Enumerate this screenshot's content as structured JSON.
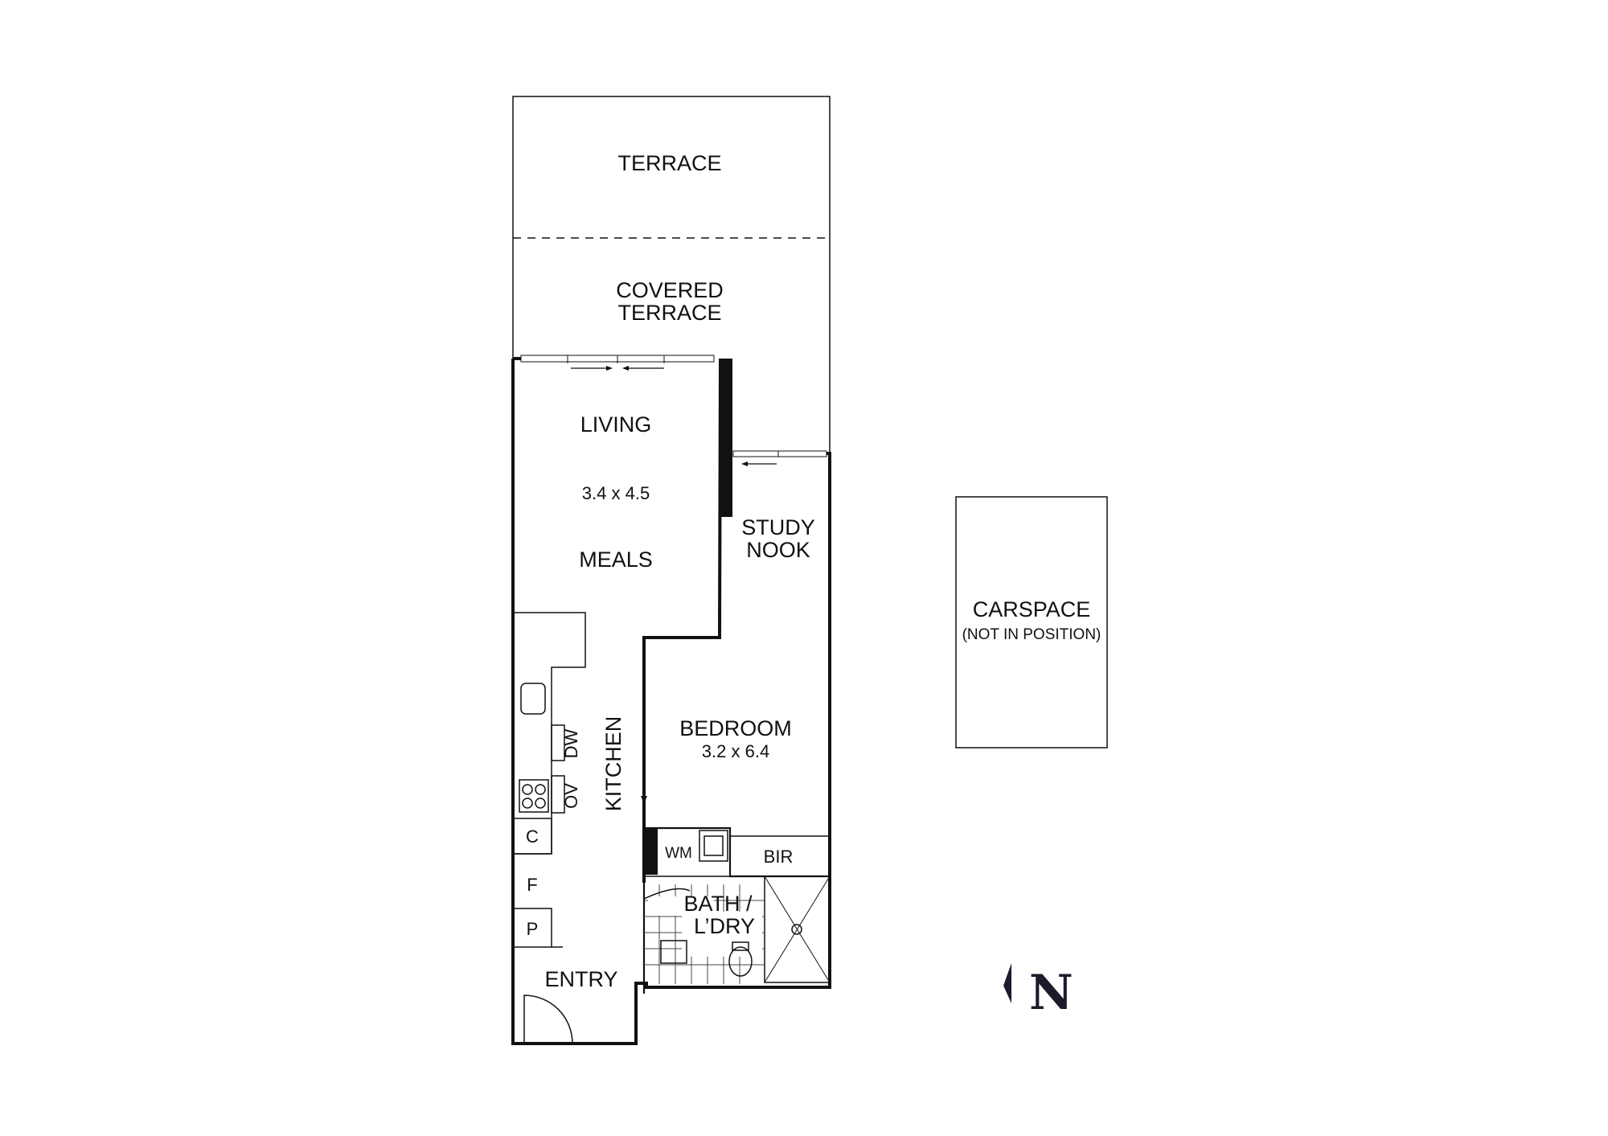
{
  "rooms": {
    "terrace": "TERRACE",
    "covered_terrace_line1": "COVERED",
    "covered_terrace_line2": "TERRACE",
    "living": "LIVING",
    "living_dims": "3.4 x 4.5",
    "meals": "MEALS",
    "study_line1": "STUDY",
    "study_line2": "NOOK",
    "kitchen": "KITCHEN",
    "bedroom": "BEDROOM",
    "bedroom_dims": "3.2 x 6.4",
    "bath_line1": "BATH /",
    "bath_line2": "L’DRY",
    "bir": "BIR",
    "entry": "ENTRY",
    "carspace": "CARSPACE",
    "carspace_note": "(NOT IN POSITION)"
  },
  "fixtures": {
    "dishwasher": "DW",
    "oven": "OV",
    "cupboard": "C",
    "fridge": "F",
    "pantry": "P",
    "washing_machine": "WM"
  },
  "north": {
    "letter": "N",
    "icon": "north-arrow-icon"
  }
}
